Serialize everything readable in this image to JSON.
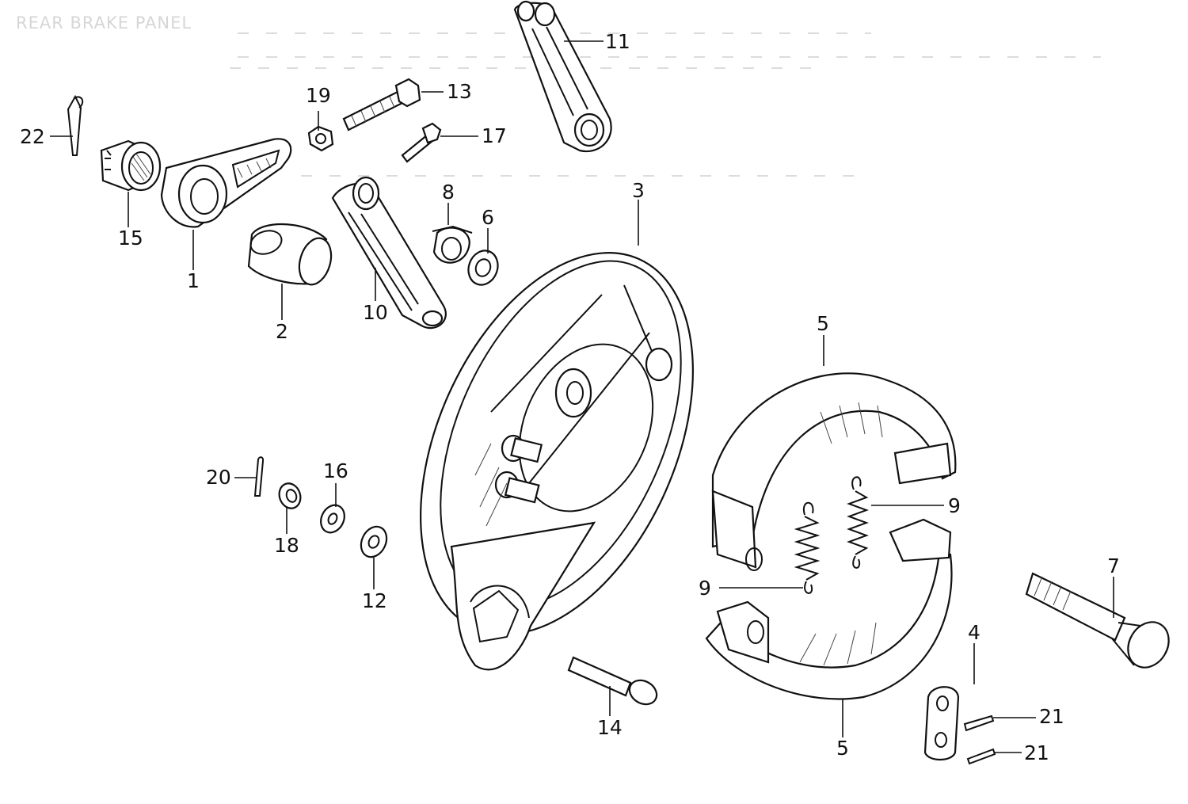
{
  "diagram": {
    "title": "REAR BRAKE PANEL",
    "callouts": {
      "c1": "1",
      "c2": "2",
      "c3": "3",
      "c4": "4",
      "c5a": "5",
      "c5b": "5",
      "c6": "6",
      "c7": "7",
      "c8": "8",
      "c9a": "9",
      "c9b": "9",
      "c10": "10",
      "c11": "11",
      "c12": "12",
      "c13": "13",
      "c14": "14",
      "c15": "15",
      "c16": "16",
      "c17": "17",
      "c18": "18",
      "c19": "19",
      "c20": "20",
      "c21a": "21",
      "c21b": "21",
      "c22": "22"
    }
  }
}
